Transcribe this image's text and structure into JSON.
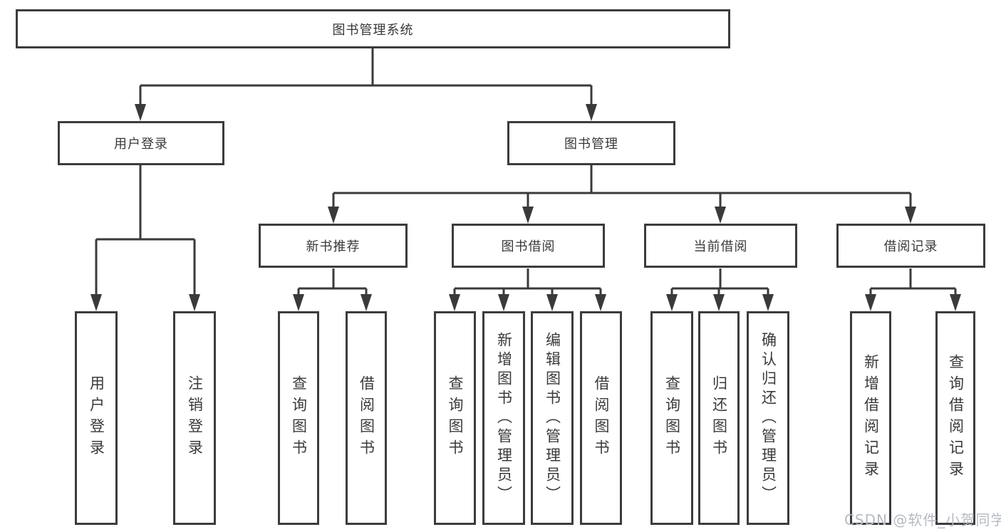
{
  "diagram": {
    "root": "图书管理系统",
    "level2": {
      "user_login": "用户登录",
      "book_management": "图书管理"
    },
    "level3": {
      "new_books": "新书推荐",
      "book_borrowing": "图书借阅",
      "current_borrowing": "当前借阅",
      "borrowing_records": "借阅记录"
    },
    "leaves": {
      "user_login": [
        "用户登录",
        "注销登录"
      ],
      "new_books": [
        "查询图书",
        "借阅图书"
      ],
      "book_borrowing": [
        "查询图书",
        "新增图书（管理员）",
        "编辑图书（管理员）",
        "借阅图书"
      ],
      "current_borrowing": [
        "查询图书",
        "归还图书",
        "确认归还（管理员）"
      ],
      "borrowing_records": [
        "新增借阅记录",
        "查询借阅记录"
      ]
    },
    "watermark": "CSDN @软件_小贺同学",
    "colors": {
      "line": "#3a3a3a",
      "border": "#3c3c3c",
      "text": "#383838",
      "watermark": "#b5bac2",
      "background": "#ffffff"
    }
  }
}
